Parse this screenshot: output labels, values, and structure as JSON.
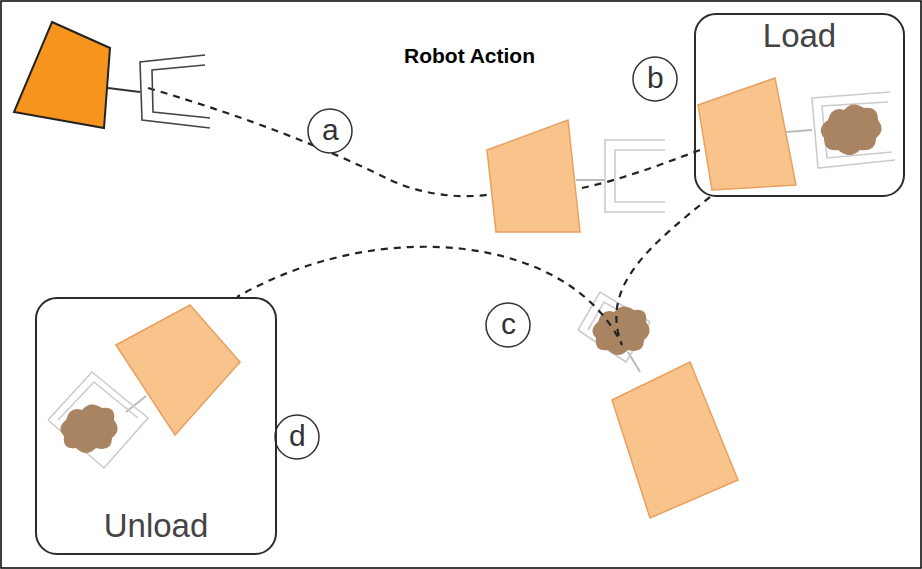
{
  "diagram": {
    "title": "Robot Action",
    "nodes": [
      {
        "text": [
          "Load"
        ]
      },
      {
        "text": [
          "Unload"
        ]
      }
    ],
    "edges": [
      {
        "from": 0,
        "to": 1,
        "arrow": "none"
      }
    ],
    "labels": [
      "a",
      "b",
      "c",
      "d"
    ]
  }
}
